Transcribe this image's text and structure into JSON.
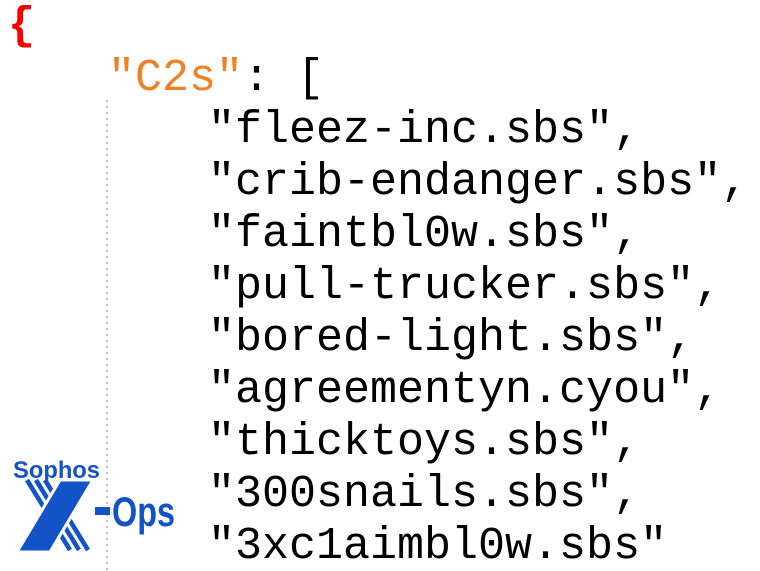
{
  "code": {
    "open_brace": "{",
    "key": "\"C2s\"",
    "key_punctuation": ": [",
    "items": [
      "\"fleez-inc.sbs\",",
      "\"crib-endanger.sbs\",",
      "\"faintbl0w.sbs\",",
      "\"pull-trucker.sbs\",",
      "\"bored-light.sbs\",",
      "\"agreementyn.cyou\",",
      "\"thicktoys.sbs\",",
      "\"300snails.sbs\",",
      "\"3xc1aimbl0w.sbs\""
    ]
  },
  "logo": {
    "brand": "Sophos",
    "unit_suffix": "Ops",
    "full_name": "Sophos X-Ops"
  },
  "colors": {
    "brace_red": "#fa0000",
    "key_orange": "#ef8226",
    "code_black": "#000000",
    "logo_blue": "#1254c8",
    "indent_guide_gray": "#bdbdbd",
    "background": "#ffffff"
  }
}
